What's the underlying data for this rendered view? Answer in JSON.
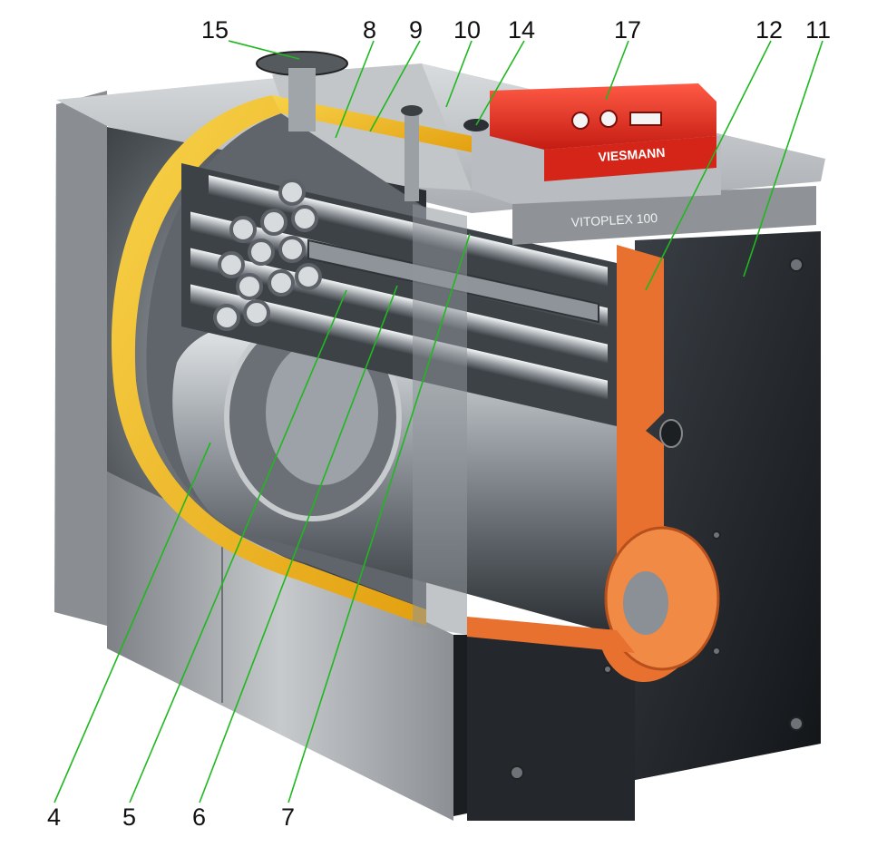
{
  "diagram": {
    "labels_top": [
      "15",
      "8",
      "9",
      "10",
      "14",
      "17",
      "12",
      "11"
    ],
    "labels_bottom": [
      "4",
      "5",
      "6",
      "7"
    ],
    "brand_text": "VIESMANN",
    "model_text": "VITOPLEX 100",
    "leader_color": "#1fb81f",
    "insulation_color": "#f2b418",
    "burner_color": "#e0261b",
    "refractory_color": "#e9712f"
  }
}
